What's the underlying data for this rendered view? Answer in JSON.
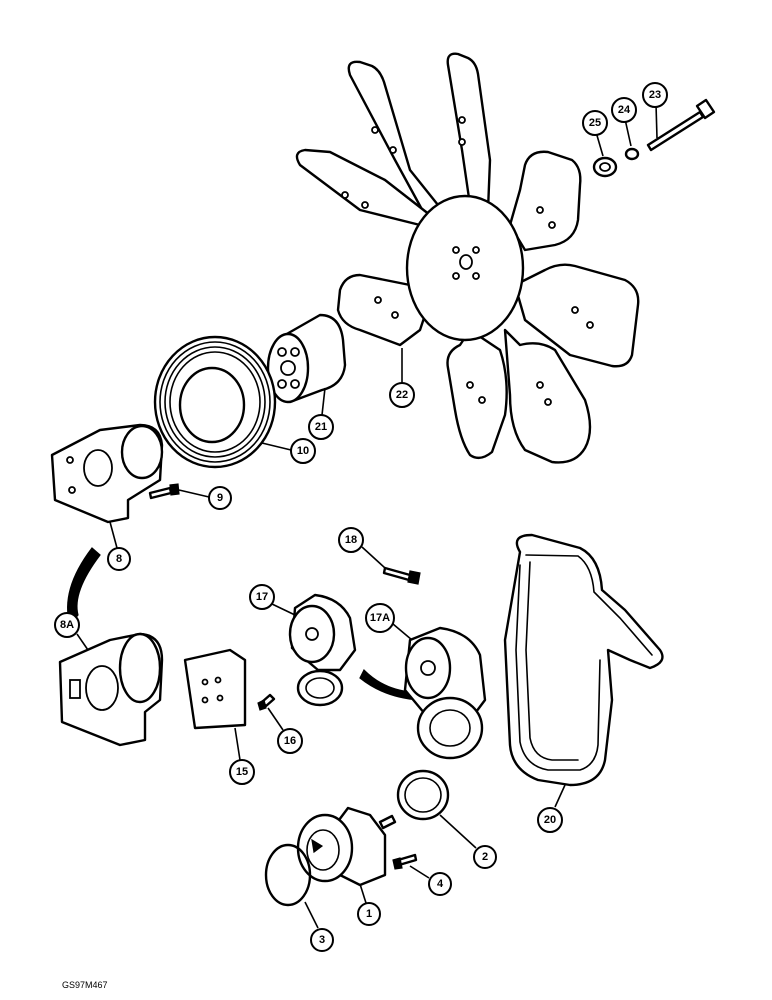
{
  "callouts": {
    "c1": "1",
    "c2": "2",
    "c3": "3",
    "c4": "4",
    "c8": "8",
    "c8a": "8A",
    "c9": "9",
    "c10": "10",
    "c15": "15",
    "c16": "16",
    "c17": "17",
    "c17a": "17A",
    "c18": "18",
    "c20": "20",
    "c21": "21",
    "c22": "22",
    "c23": "23",
    "c24": "24",
    "c25": "25"
  },
  "figure_ref": "GS97M467",
  "colors": {
    "ink": "#000000",
    "paper": "#ffffff"
  }
}
